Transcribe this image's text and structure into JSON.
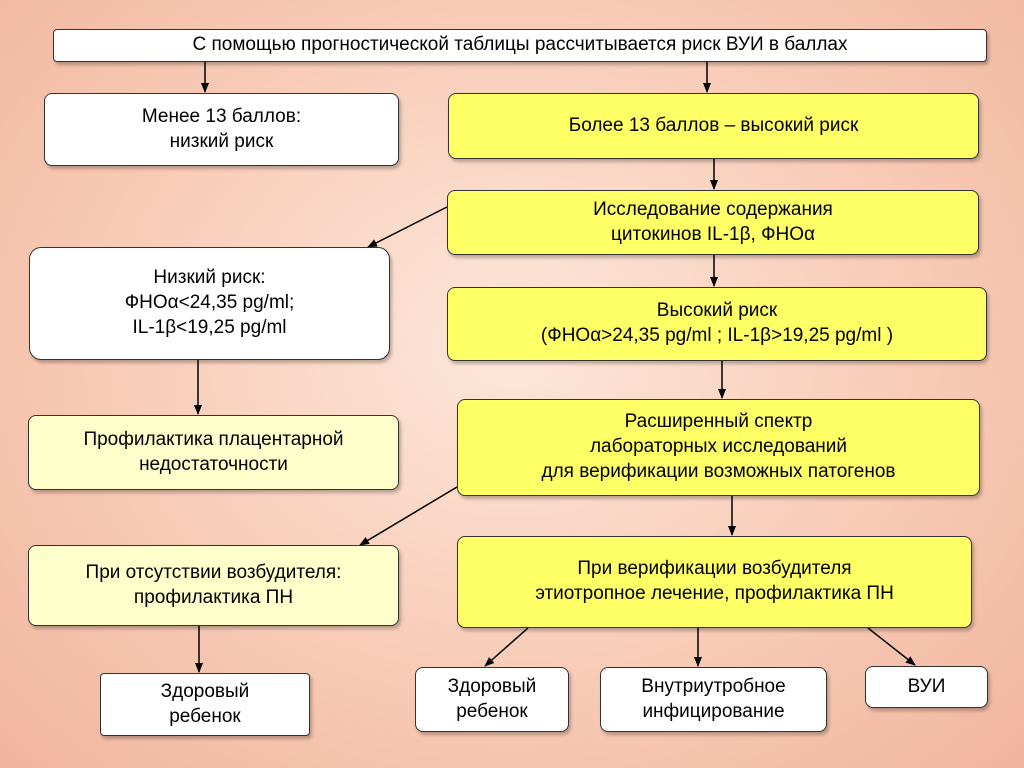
{
  "diagram": {
    "nodes": {
      "top": "С помощью прогностической таблицы рассчитывается риск ВУИ в баллах",
      "low_score": "Менее 13 баллов:\nнизкий риск",
      "high_score": "Более 13 баллов – высокий риск",
      "cytokines": "Исследование содержания\nцитокинов IL-1β, ФНОα",
      "low_risk": "Низкий риск:\nФНОα<24,35 pg/ml;\nIL-1β<19,25 pg/ml",
      "high_risk": "Высокий риск\n(ФНОα>24,35 pg/ml ; IL-1β>19,25 pg/ml )",
      "prevention": "Профилактика плацентарной\nнедостаточности",
      "extended": "Расширенный спектр\nлабораторных исследований\nдля верификации возможных патогенов",
      "no_pathogen": "При отсутствии возбудителя:\nпрофилактика ПН",
      "pathogen": "При верификации возбудителя\nэтиотропное лечение, профилактика ПН",
      "healthy_left": "Здоровый\nребенок",
      "healthy_mid": "Здоровый\nребенок",
      "infection": "Внутриутробное\nинфицирование",
      "vui": "ВУИ"
    },
    "colors": {
      "box_white": "#ffffff",
      "box_yellow": "#ffff66",
      "box_pale_yellow": "#ffffcc",
      "arrow": "#000000"
    }
  }
}
